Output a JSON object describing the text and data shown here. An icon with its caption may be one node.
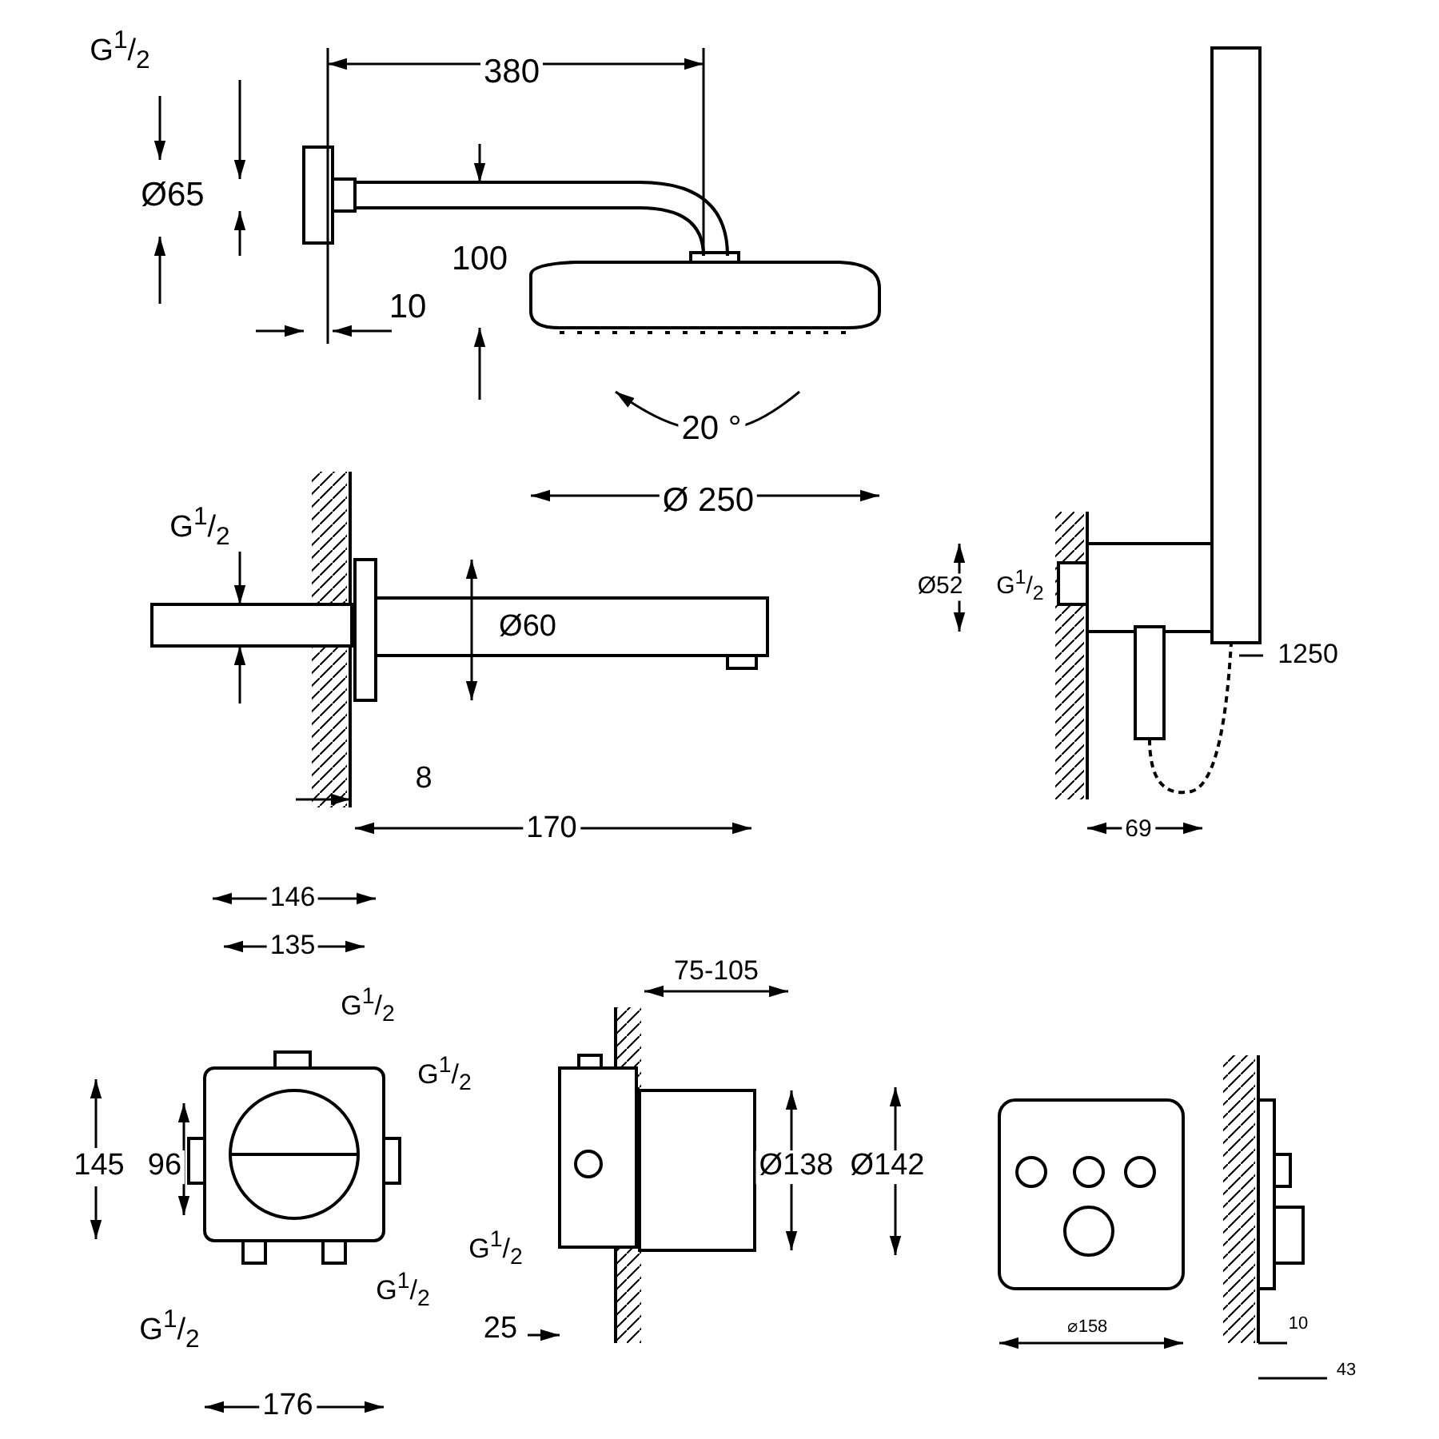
{
  "diagram": {
    "labels": [
      "G$^{1}$/$_{2}$",
      "380",
      "Ø65",
      "100",
      "10",
      "20 °",
      "Ø 250",
      "G$^{1}$/$_{2}$",
      "Ø60",
      "Ø52",
      "G$^{1}$/$_{2}$",
      "1250",
      "8",
      "170",
      "69",
      "146",
      "135",
      "75-105",
      "G$^{1}$/$_{2}$",
      "G$^{1}$/$_{2}$",
      "145",
      "96",
      "Ø138",
      "Ø142",
      "G$^{1}$/$_{2}$",
      "G$^{1}$/$_{2}$",
      "⌀158",
      "10",
      "G$^{1}$/$_{2}$",
      "25",
      "43",
      "176"
    ]
  }
}
